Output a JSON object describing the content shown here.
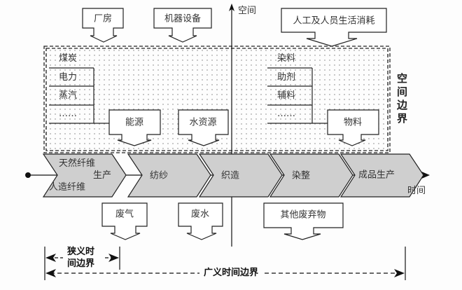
{
  "axes": {
    "space_label": "空间",
    "time_label": "时间"
  },
  "top_inputs": [
    {
      "label": "厂房"
    },
    {
      "label": "机器设备"
    },
    {
      "label": "人工及人员生活消耗"
    }
  ],
  "spatial_boundary": {
    "label": "空间边界",
    "energy_group": {
      "items": [
        "煤炭",
        "电力",
        "蒸汽",
        "……"
      ],
      "result": "能源"
    },
    "water": {
      "result": "水资源"
    },
    "material_group": {
      "items": [
        "染料",
        "助剂",
        "辅料",
        "……"
      ],
      "result": "物料"
    }
  },
  "process_chain": [
    {
      "label": "生产",
      "sub": [
        "天然纤维",
        "人造纤维"
      ]
    },
    {
      "label": "纺纱"
    },
    {
      "label": "织造"
    },
    {
      "label": "染整"
    },
    {
      "label": "成品生产"
    }
  ],
  "outputs": [
    {
      "label": "废气"
    },
    {
      "label": "废水"
    },
    {
      "label": "其他废弃物"
    }
  ],
  "time_boundaries": {
    "narrow": "狭义时间边界",
    "narrow_line1": "狭义时",
    "narrow_line2": "间边界",
    "broad": "广义时间边界"
  },
  "colors": {
    "chevron_fill": "#cfcfcf",
    "stroke": "#222222"
  }
}
